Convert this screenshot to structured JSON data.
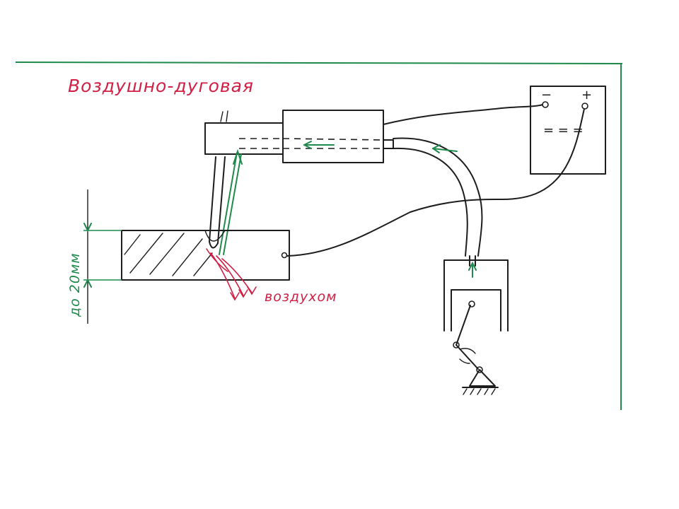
{
  "title": "Воздушно-дуговая",
  "labels": {
    "air": "воздухом",
    "thickness": "до 20мм",
    "minus": "−",
    "plus": "+",
    "capacitor_marks": "= = ="
  },
  "colors": {
    "ink": "#1d1d1d",
    "accent_red": "#d02045",
    "accent_green": "#1f8a4c",
    "frame": "#1f8a4c"
  }
}
